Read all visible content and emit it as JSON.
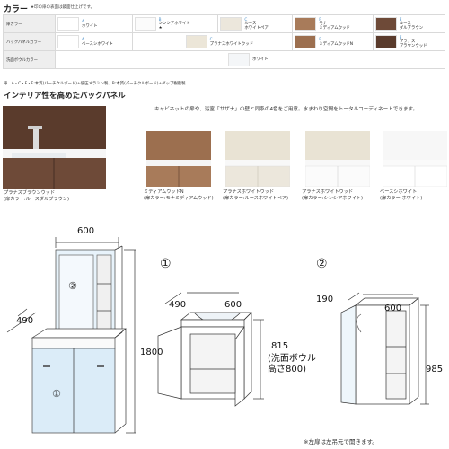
{
  "header": {
    "title": "カラー",
    "note": "★印の扉の表面は鏡面仕上げです。"
  },
  "color_rows": [
    {
      "label": "扉カラー",
      "cells": [
        {
          "letter": "A",
          "name": "ホワイト",
          "color": "#ffffff"
        },
        {
          "letter": "B",
          "name": "シンシアホワイト",
          "star": "★",
          "color": "#fbfbfb"
        },
        {
          "letter": "C",
          "name": "ルース\nホワイトペア",
          "color": "#ece7dc"
        },
        {
          "letter": "F",
          "name": "モナ\nミディアムウッド",
          "color": "#a87b5a"
        },
        {
          "letter": "E",
          "name": "ルース\nダルブラウン",
          "color": "#6e4a38"
        }
      ]
    },
    {
      "label": "バックパネルカラー",
      "cells": [
        {
          "letter": "A",
          "name": "ベースシホワイト",
          "color": "#ffffff"
        },
        {
          "letter": "C",
          "name": "プラナスホワイトウッド",
          "color": "#ece6d8"
        },
        {
          "letter": "F",
          "name": "ミディアムウッドN",
          "color": "#9c6f4f"
        },
        {
          "letter": "E",
          "name": "プラナス\nブラウンウッド",
          "color": "#5a3b2c"
        }
      ]
    },
    {
      "label": "洗面ボウルカラー",
      "cells": [
        {
          "letter": "",
          "name": "ホワイト",
          "color": "#f4f6f8"
        }
      ]
    }
  ],
  "material_note": "扉　A・C・F・E:木質(パーチクルボード)+低圧メラミン製、B:木質(パーチクルボード)+ダップ樹脂製",
  "interior": {
    "title": "インテリア性を高めたバックパネル",
    "description": "キャビネットの扉や、浴室「サザナ」の壁と同系の4色をご用意。水まわり空間をトータルコーディネートできます。",
    "items": [
      {
        "caption": "プラナスブラウンウッド\n(扉カラー:ルースダルブラウン)",
        "panel": "#5a3b2c",
        "door": "#6e4a38"
      },
      {
        "caption": "ミディアムウッドN\n(扉カラー:モナミディアムウッド)",
        "panel": "#9c6f4f",
        "door": "#a87b5a"
      },
      {
        "caption": "プラナスホワイトウッド\n(扉カラー:ルースホワイトペア)",
        "panel": "#e9e3d4",
        "door": "#ece7dc"
      },
      {
        "caption": "プラナスホワイトウッド\n(扉カラー:シンシアホワイト)",
        "panel": "#e9e3d4",
        "door": "#fbfbfb"
      },
      {
        "caption": "ベースシホワイト\n(扉カラー:ホワイト)",
        "panel": "#f7f7f7",
        "door": "#ffffff"
      }
    ]
  },
  "diagram": {
    "width_label": "600",
    "depth_label": "490",
    "height_label": "1800",
    "mirror_num": "②",
    "cabinet_num": "①",
    "d1_num": "①",
    "d1_depth": "490",
    "d1_width": "600",
    "d1_height": "815",
    "d1_bowl": "(洗面ボウル\n高さ800)",
    "d2_num": "②",
    "d2_depth": "190",
    "d2_width": "600",
    "d2_height": "985"
  },
  "bottom_note": "※左扉は左吊元で開きます。"
}
